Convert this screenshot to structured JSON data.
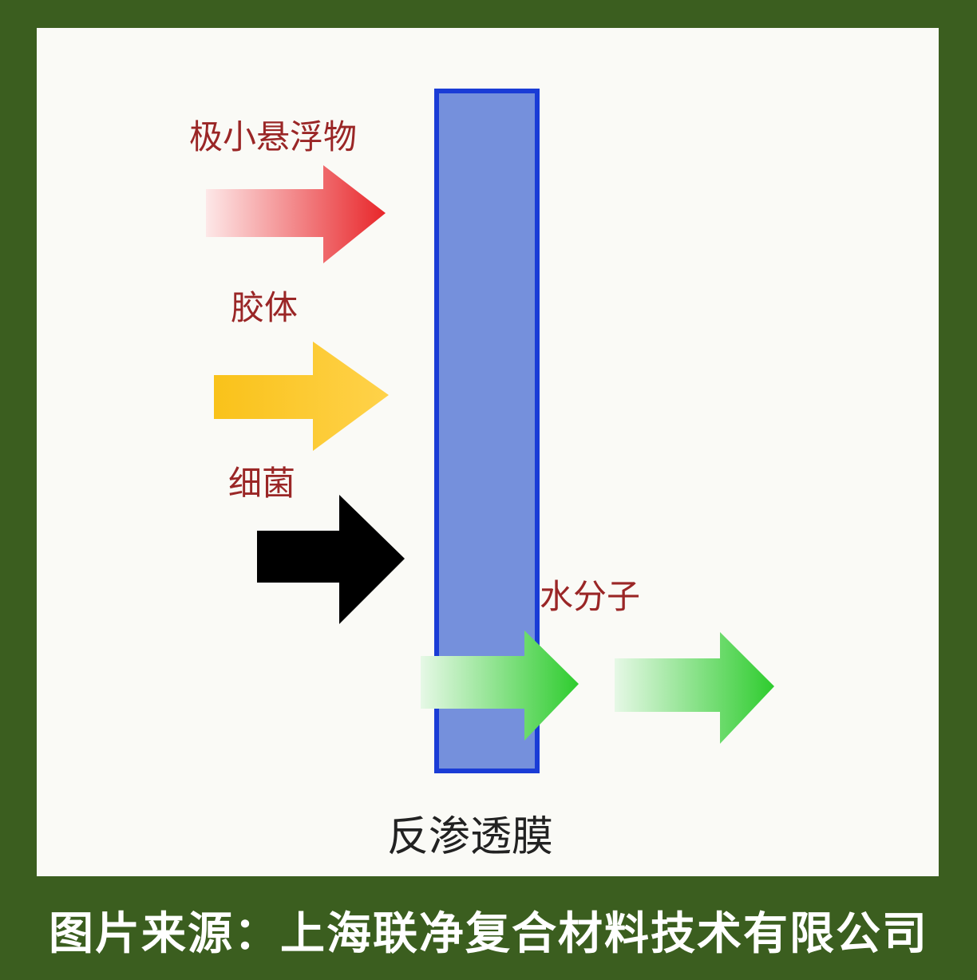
{
  "diagram": {
    "membrane_label": "反渗透膜",
    "inputs": [
      {
        "label": "极小悬浮物",
        "color": "#e8262a",
        "passes": false
      },
      {
        "label": "胶体",
        "color": "#f5b000",
        "passes": false
      },
      {
        "label": "细菌",
        "color": "#000000",
        "passes": false
      },
      {
        "label": "水分子",
        "color": "#2ecc2e",
        "passes": true
      }
    ],
    "membrane_fill": "#7590dc",
    "membrane_border": "#1a3cd6"
  },
  "caption": "图片来源：上海联净复合材料技术有限公司"
}
